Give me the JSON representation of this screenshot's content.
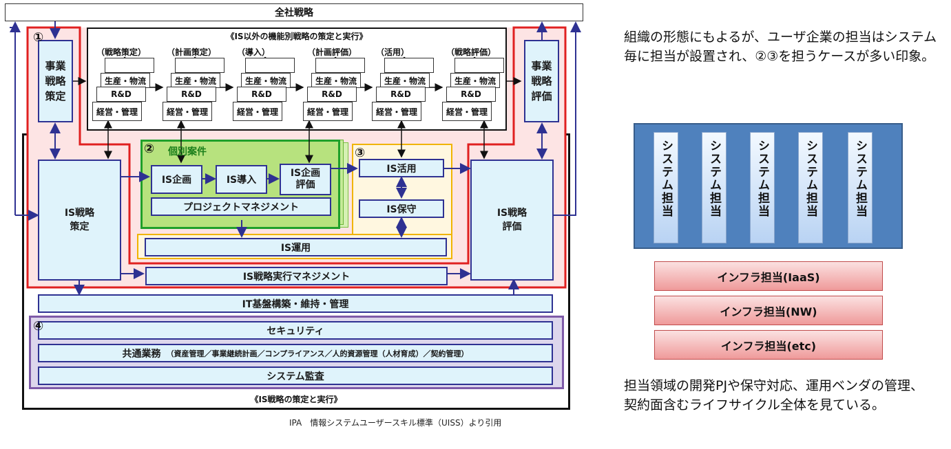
{
  "diagram": {
    "top_title": "全社戦略",
    "func_title": "《IS以外の機能別戦略の策定と実行》",
    "phases": [
      "（戦略策定）",
      "（計画策定）",
      "（導入）",
      "（計画評価）",
      "（活用）",
      "（戦略評価）"
    ],
    "stack_labels": [
      "生産・物流",
      "R&D",
      "経営・管理"
    ],
    "dots": "⋮",
    "circled": [
      "①",
      "②",
      "③",
      "④"
    ],
    "biz_strategy_plan": "事業\n戦略\n策定",
    "biz_strategy_eval": "事業\n戦略\n評価",
    "is_strategy_plan": "IS戦略\n策定",
    "is_strategy_eval": "IS戦略\n評価",
    "kobetsu_title": "個別案件",
    "is_kikaku": "IS企画",
    "is_dounyu": "IS導入",
    "is_kikaku_hyouka": "IS企画\n評価",
    "project_mgmt": "プロジェクトマネジメント",
    "is_katsuyou": "IS活用",
    "is_hoshu": "IS保守",
    "is_unyou": "IS運用",
    "is_exec_mgmt": "IS戦略実行マネジメント",
    "it_infra": "IT基盤構築・維持・管理",
    "security": "セキュリティ",
    "common_bold": "共通業務",
    "common_detail": "（資産管理／事業継続計画／コンプライアンス／人的資源管理（人材育成）／契約管理）",
    "audit": "システム監査",
    "is_strategy_title": "《IS戦略の策定と実行》",
    "source": "IPA　情報システムユーザースキル標準（UISS）より引用"
  },
  "right_panel": {
    "note_top": "組織の形態にもよるが、ユーザ企業の担当はシステム毎に担当が設置され、②③を担うケースが多い印象。",
    "system_boxes": [
      "システム担当",
      "システム担当",
      "システム担当",
      "システム担当",
      "システム担当"
    ],
    "infra": [
      "インフラ担当(IaaS)",
      "インフラ担当(NW)",
      "インフラ担当(etc)"
    ],
    "note_bottom": "担当領域の開発PJや保守対応、運用ベンダの管理、契約面含むライフサイクル全体を見ている。"
  },
  "colors": {
    "box_fill": "#dff3fb",
    "box_border": "#2e3192",
    "red": "#e02020",
    "green": "#1fa02a",
    "yellow": "#f0b400",
    "purple": "#7e5aa8",
    "system_panel": "#4f81bd"
  }
}
